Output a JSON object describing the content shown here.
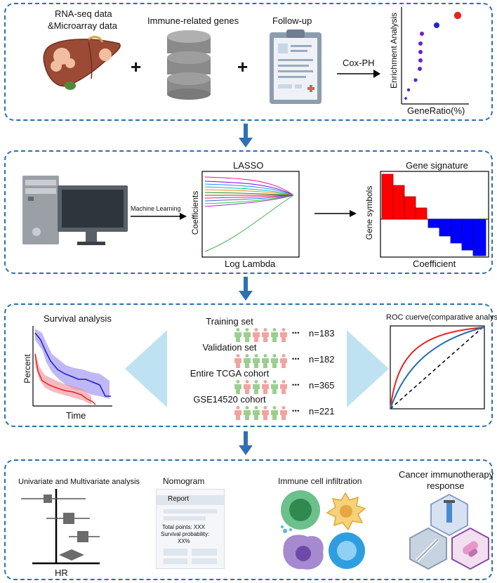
{
  "panel1": {
    "rna_label_line1": "RNA-seq data",
    "rna_label_line2": "&Microarray data",
    "genes_label": "Immune-related genes",
    "followup_label": "Follow-up",
    "plus": "+",
    "cox_label": "Cox-PH",
    "enrich_ylabel": "Enrichment Analysis",
    "enrich_xlabel": "GeneRatio(%)"
  },
  "panel2": {
    "ml_label": "Machine Learning",
    "lasso_title": "LASSO",
    "lasso_ylabel": "Coefficients",
    "lasso_xlabel": "Log Lambda",
    "sig_title": "Gene signature",
    "sig_ylabel": "Gene symbols",
    "sig_xlabel": "Coefficient"
  },
  "panel3": {
    "survival_title": "Survival analysis",
    "survival_ylabel": "Percent",
    "survival_xlabel": "Time",
    "roc_title": "ROC cuerve(comparative analysis)",
    "dots": "• • •",
    "cohorts": [
      {
        "name": "Training set",
        "n": "n=183"
      },
      {
        "name": "Validation set",
        "n": "n=182"
      },
      {
        "name": "Entire TCGA cohort",
        "n": "n=365"
      },
      {
        "name": "GSE14520 cohort",
        "n": "n=221"
      }
    ]
  },
  "panel4": {
    "forest_title": "Univariate and Multivariate analysis",
    "forest_xlabel": "HR",
    "nomogram_title": "Nomogram",
    "report_label": "Report",
    "total_points": "Total points: XXX",
    "survival_prob_line1": "Survival probability:",
    "survival_prob_line2": "XX%",
    "immune_title": "Immune cell infiltration",
    "cancer_title_line1": "Cancer immunotherapy",
    "cancer_title_line2": "response"
  },
  "colors": {
    "panel_border": "#2a6fb0",
    "arrow": "#2f6fb5",
    "red": "#e8231f",
    "blue": "#1a1aeb",
    "purple": "#6a1fd0",
    "figure_green": "#9ccf8f",
    "figure_pink": "#f1a5a0"
  }
}
